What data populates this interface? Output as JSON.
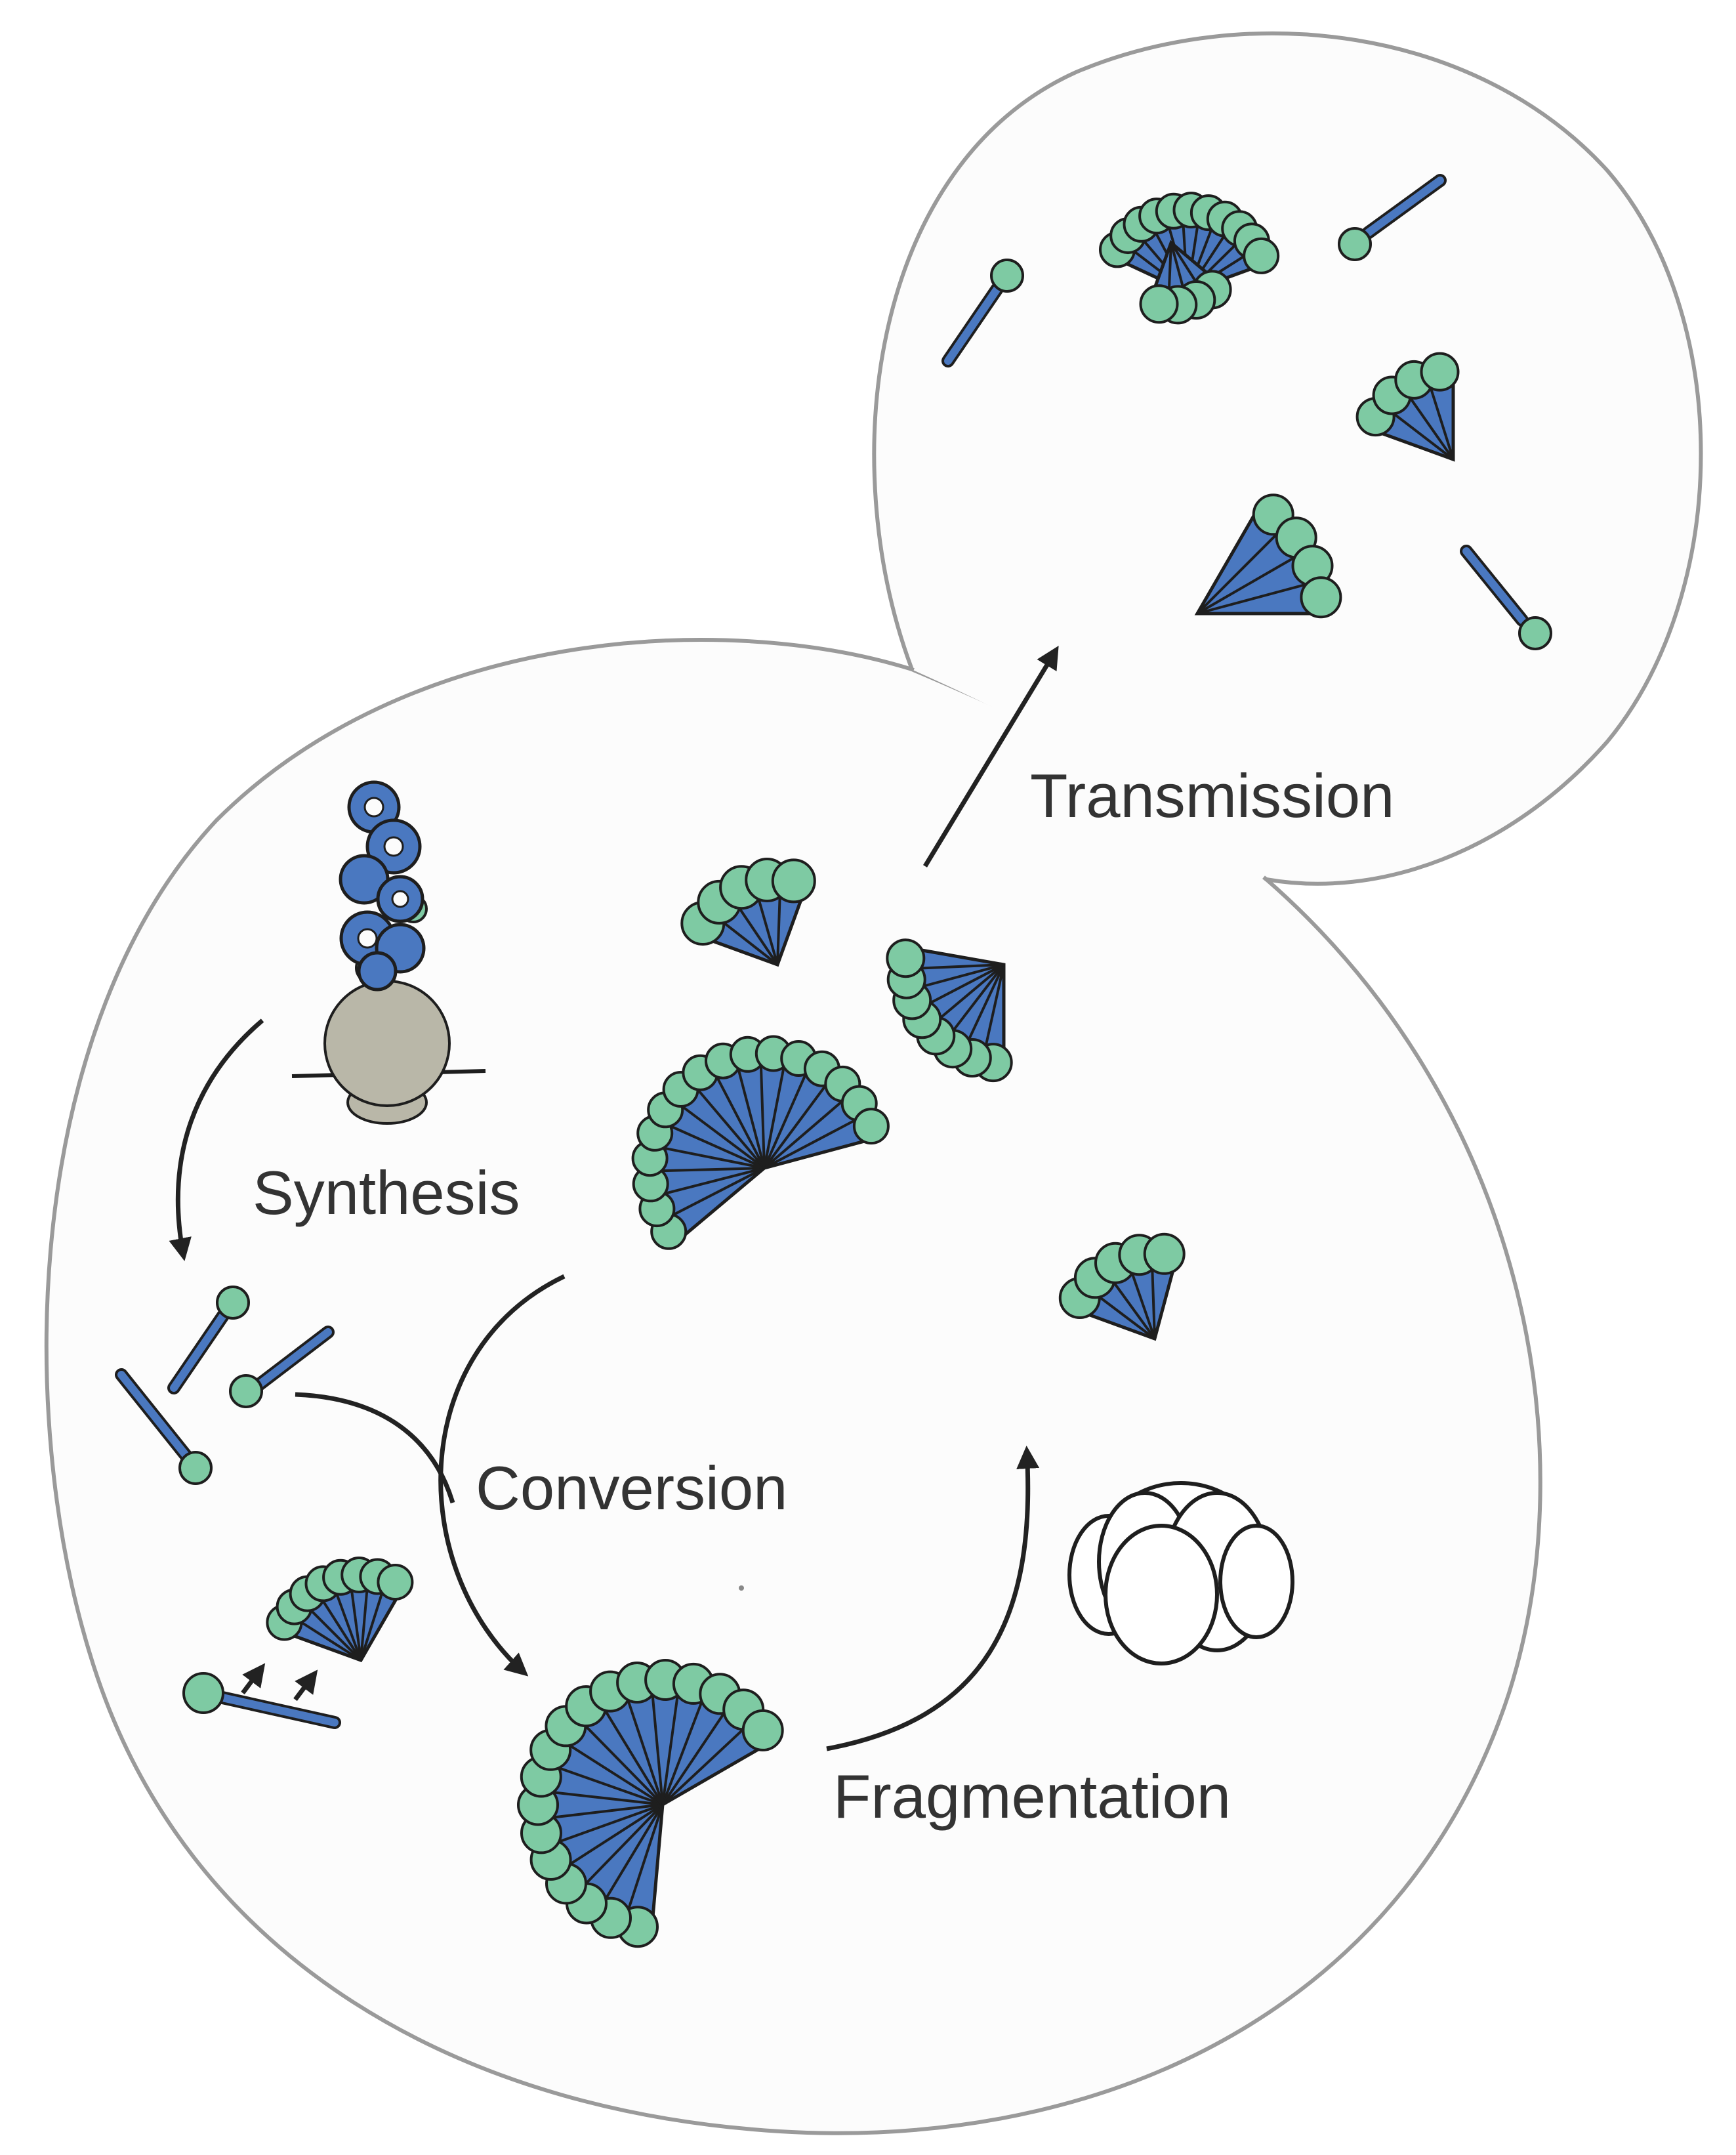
{
  "labels": {
    "synthesis": "Synthesis",
    "conversion": "Conversion",
    "fragmentation": "Fragmentation",
    "transmission": "Transmission"
  },
  "colors": {
    "cell_fill": "#fcfcfc",
    "cell_outline": "#9a9a9a",
    "protein_blue": "#4a78c0",
    "bead_green": "#7ecaa3",
    "ribosome_gray": "#b9b7a8",
    "arrow": "#222222",
    "text": "#333333"
  },
  "icons": {
    "ribosome": "ribosome-icon",
    "chaperone": "chaperone-hexamer-icon",
    "monomer": "monomer-rod-icon",
    "fibril": "amyloid-fibril-icon"
  }
}
